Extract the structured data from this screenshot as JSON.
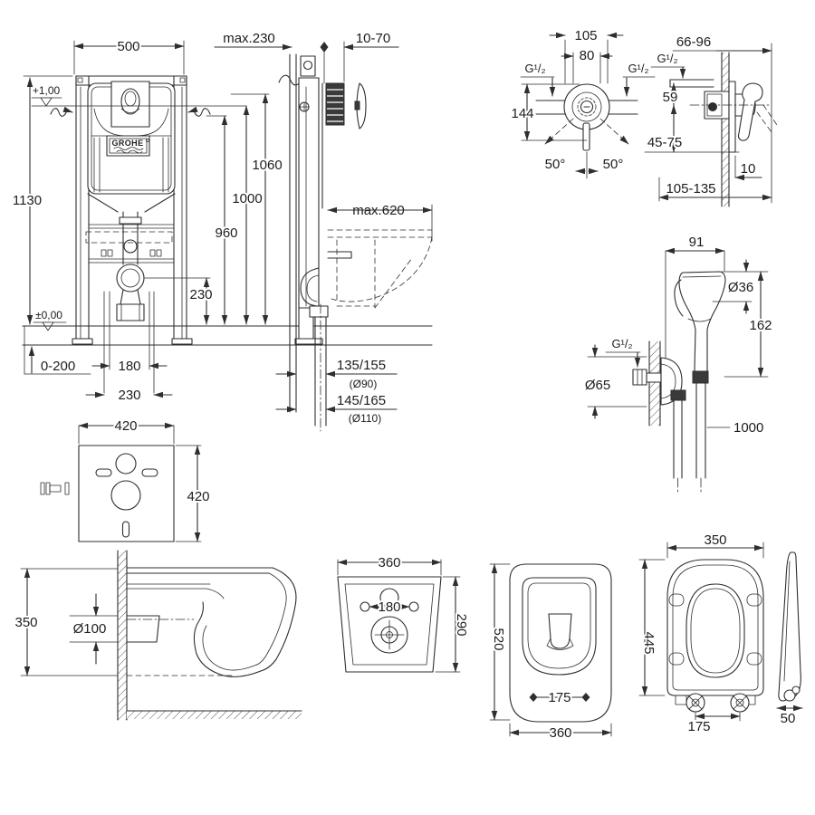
{
  "colors": {
    "line": "#2e2e2e",
    "background": "#ffffff"
  },
  "frame_front": {
    "width_top": "500",
    "height_left": "1130",
    "level_top": "+1,00",
    "level_floor": "±0,00",
    "floor_buildup": "0-200",
    "drain_offset_inner": "180",
    "drain_offset_outer": "230",
    "outlet_center_height": "230",
    "brand": "GROHE"
  },
  "frame_side": {
    "depth_max": "max.230",
    "plate_depth": "10-70",
    "h_plate": "1060",
    "h_supply": "1000",
    "h_bracket": "960",
    "bowl_depth": "max.620",
    "drain_a": "135/155",
    "drain_a_dia": "(Ø90)",
    "drain_b": "145/165",
    "drain_b_dia": "(Ø110)"
  },
  "mixer_front": {
    "width_outer": "105",
    "width_inner": "80",
    "thread_left": "G¹/₂",
    "thread_right": "G¹/₂",
    "height": "144",
    "angle_left": "50°",
    "angle_right": "50°"
  },
  "mixer_side": {
    "knob_depth": "66-96",
    "thread": "G¹/₂",
    "inlet_offset": "59",
    "lower_offset": "45-75",
    "plate_thickness": "10",
    "total_depth": "105-135"
  },
  "shower": {
    "head_offset": "91",
    "head_dia": "Ø36",
    "head_height": "162",
    "thread": "G¹/₂",
    "rosette_dia": "Ø65",
    "hose_length": "1000"
  },
  "sound_pad": {
    "width": "420",
    "height": "420"
  },
  "bowl_side": {
    "height": "350",
    "outlet_dia": "Ø100"
  },
  "bowl_back": {
    "width": "360",
    "hole_spacing": "180",
    "height": "290"
  },
  "bowl_top": {
    "length": "520",
    "hole_spacing": "175",
    "width": "360"
  },
  "seat": {
    "width": "350",
    "depth": "445",
    "hinge_spacing": "175",
    "thickness": "50"
  }
}
